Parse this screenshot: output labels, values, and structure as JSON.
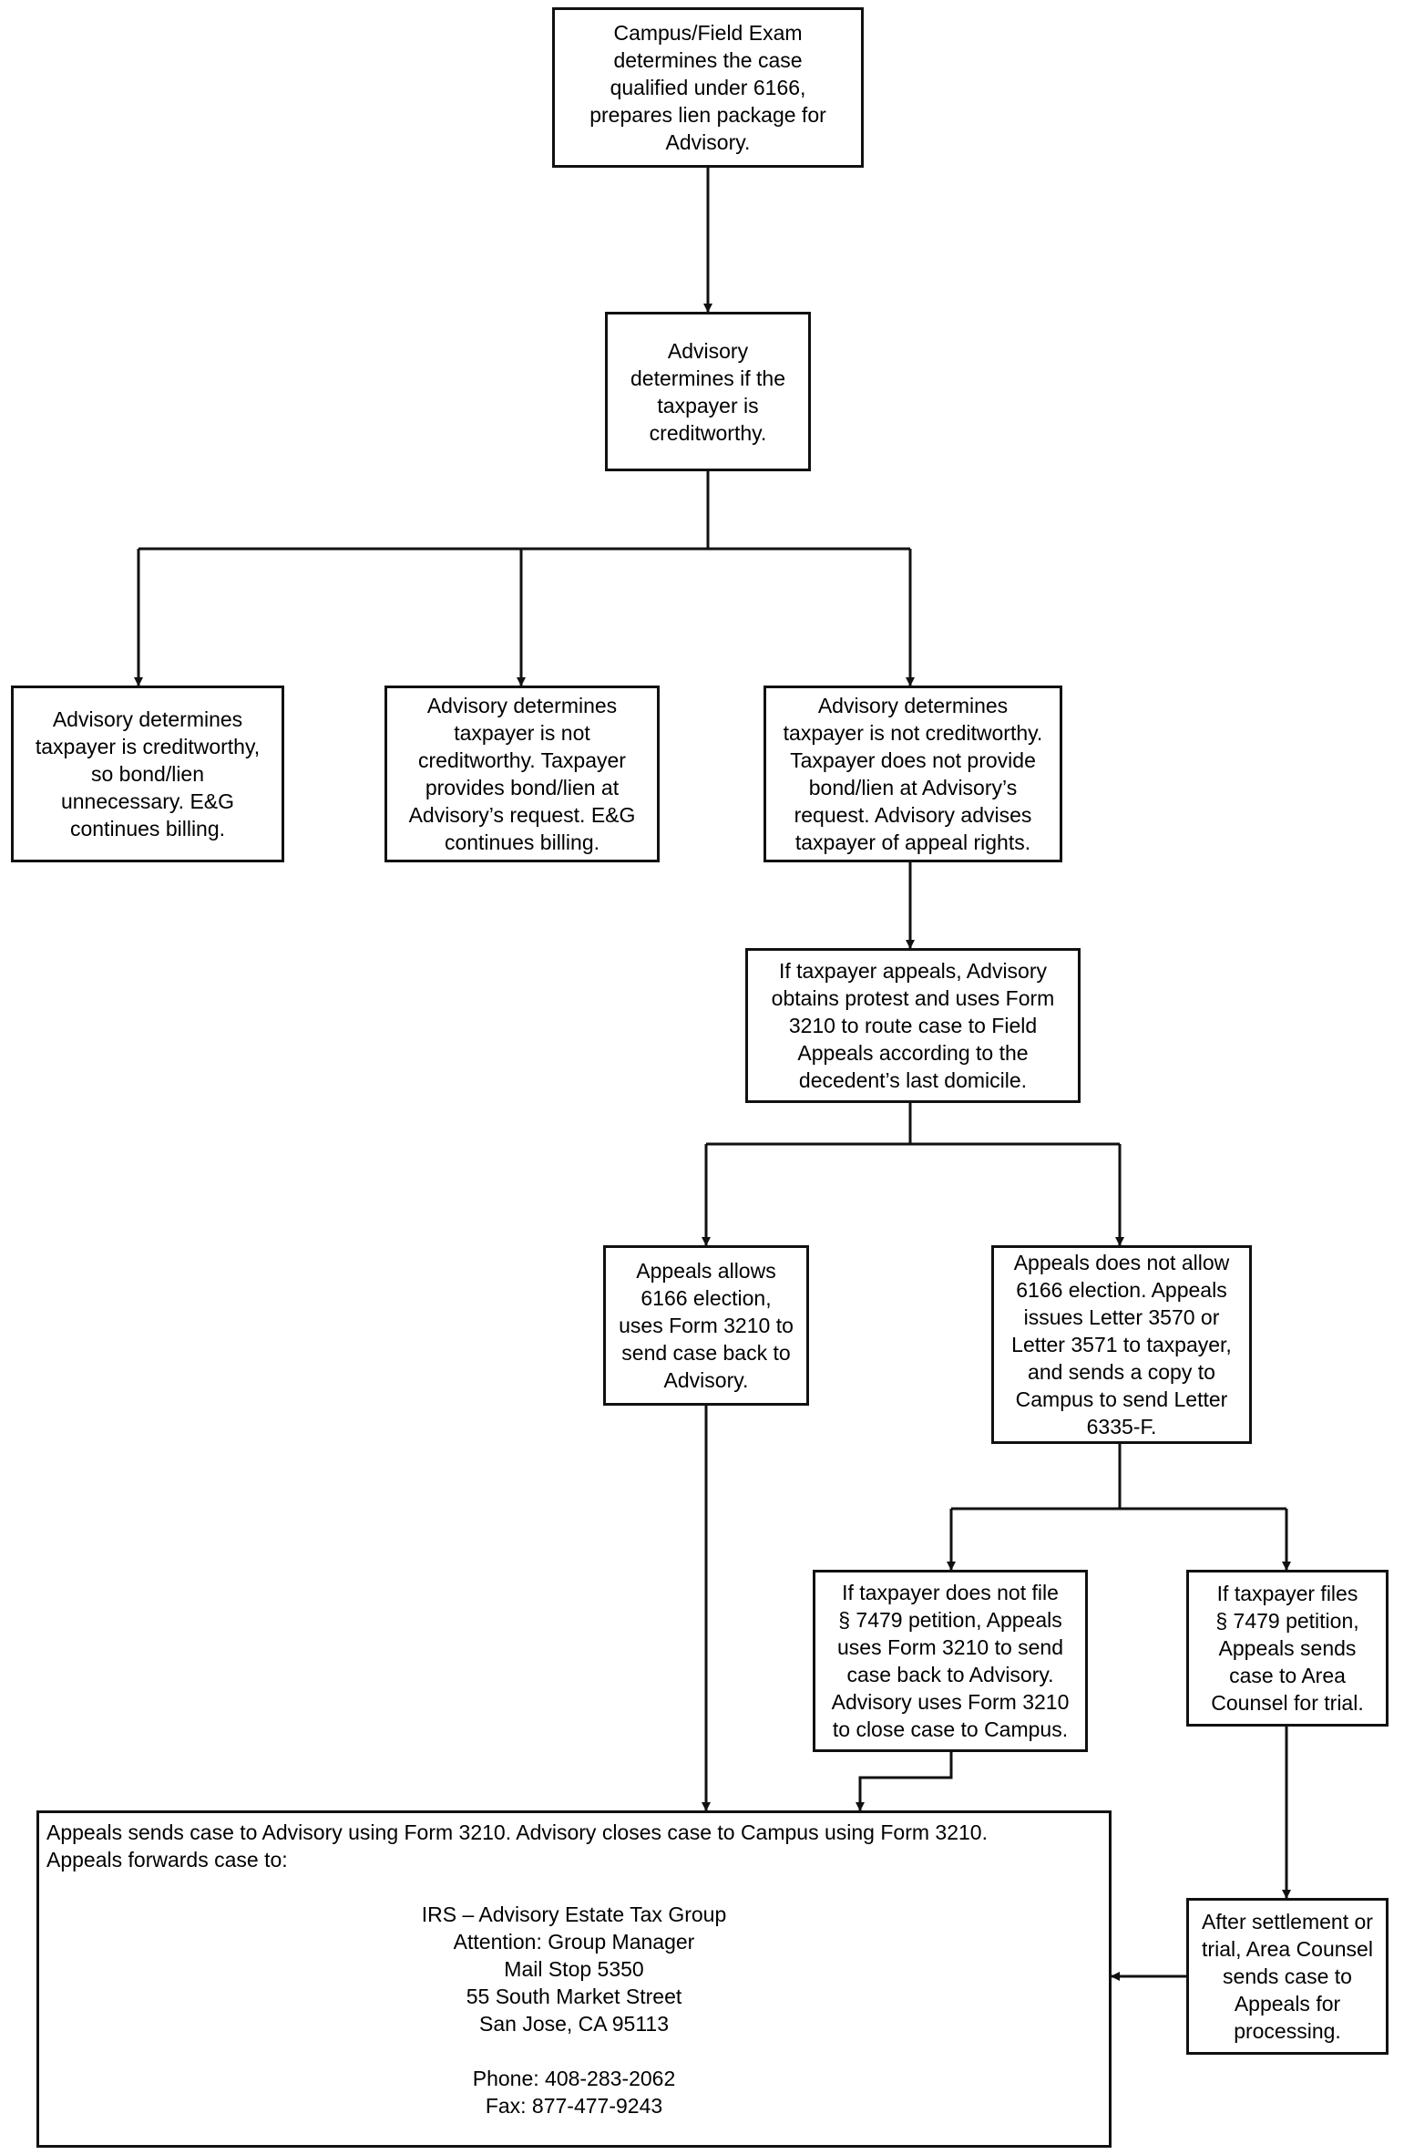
{
  "nodes": {
    "start": "Campus/Field Exam\ndetermines the case\nqualified under 6166,\nprepares lien package for\nAdvisory.",
    "advisory_check": "Advisory\ndetermines if the\ntaxpayer is\ncreditworthy.",
    "creditworthy": "Advisory determines\ntaxpayer is creditworthy,\nso bond/lien\nunnecessary. E&G\ncontinues billing.",
    "not_creditworthy_bond": "Advisory determines\ntaxpayer is not\ncreditworthy. Taxpayer\nprovides bond/lien at\nAdvisory’s request. E&G\ncontinues billing.",
    "not_creditworthy_no_bond": "Advisory determines\ntaxpayer is not creditworthy.\nTaxpayer does not provide\nbond/lien at Advisory’s\nrequest. Advisory advises\ntaxpayer of appeal rights.",
    "taxpayer_appeals": "If taxpayer appeals, Advisory\nobtains protest and uses Form\n3210 to route case to Field\nAppeals according to the\ndecedent’s last domicile.",
    "appeals_allows": "Appeals allows\n6166 election,\nuses Form 3210 to\nsend case back to\nAdvisory.",
    "appeals_disallows": "Appeals does not allow\n6166 election. Appeals\nissues Letter 3570 or\nLetter 3571 to taxpayer,\nand sends a copy to\nCampus to send Letter\n6335-F.",
    "no_petition": "If taxpayer does not file\n§ 7479 petition, Appeals\nuses Form 3210 to send\ncase back to Advisory.\nAdvisory uses Form 3210\nto close case to Campus.",
    "files_petition": "If taxpayer files\n§ 7479 petition,\nAppeals sends\ncase to Area\nCounsel for trial.",
    "after_settlement": "After settlement or\ntrial, Area Counsel\nsends case to\nAppeals for\nprocessing."
  },
  "final": {
    "intro": "Appeals sends case to Advisory using Form 3210. Advisory closes case to Campus using Form 3210.\nAppeals forwards case to:",
    "address": "IRS – Advisory Estate Tax Group\nAttention: Group Manager\nMail Stop 5350\n55 South Market Street\nSan Jose, CA  95113",
    "contact": "Phone: 408-283-2062\nFax: 877-477-9243"
  },
  "style": {
    "line_color": "#111111",
    "box_border": "#111111"
  }
}
